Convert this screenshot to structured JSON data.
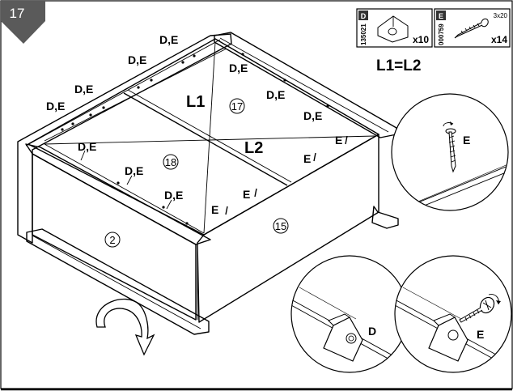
{
  "step": {
    "number": "17"
  },
  "parts": [
    {
      "code": "D",
      "id": "135021",
      "qty": "x10"
    },
    {
      "code": "E",
      "id": "000759",
      "qty": "x14",
      "size": "3x20"
    }
  ],
  "equation": "L1=L2",
  "diagonals": {
    "l1": "L1",
    "l2": "L2"
  },
  "panel_numbers": {
    "top_back": "17",
    "top_front": "18",
    "front": "2",
    "side": "15"
  },
  "labels": {
    "de": "D,E",
    "e": "E",
    "d": "D"
  }
}
